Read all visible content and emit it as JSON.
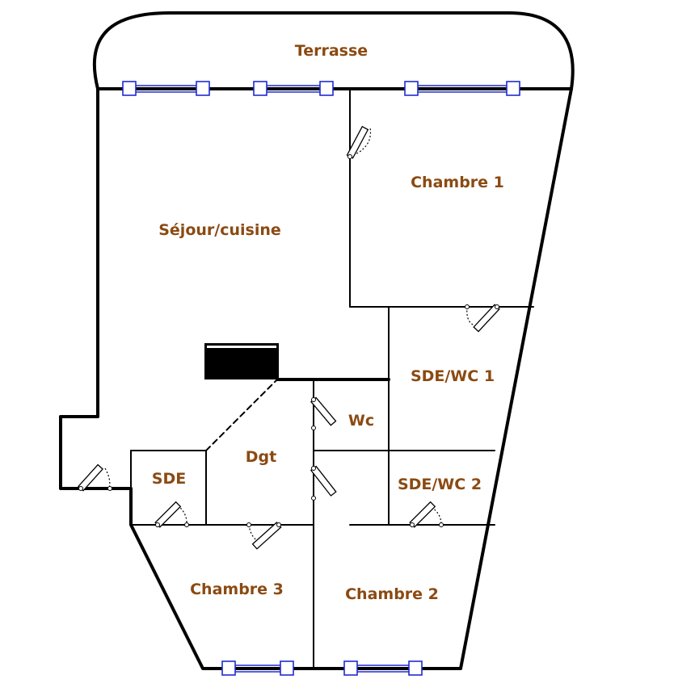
{
  "rooms": {
    "terrasse": "Terrasse",
    "sejour": "Séjour/cuisine",
    "chambre1": "Chambre 1",
    "sde_wc1": "SDE/WC 1",
    "wc": "Wc",
    "dgt": "Dgt",
    "sde": "SDE",
    "sde_wc2": "SDE/WC 2",
    "chambre3": "Chambre 3",
    "chambre2": "Chambre 2"
  },
  "colors": {
    "label": "#8b4a12",
    "wall": "#000000",
    "window": "#1f2bd1"
  }
}
